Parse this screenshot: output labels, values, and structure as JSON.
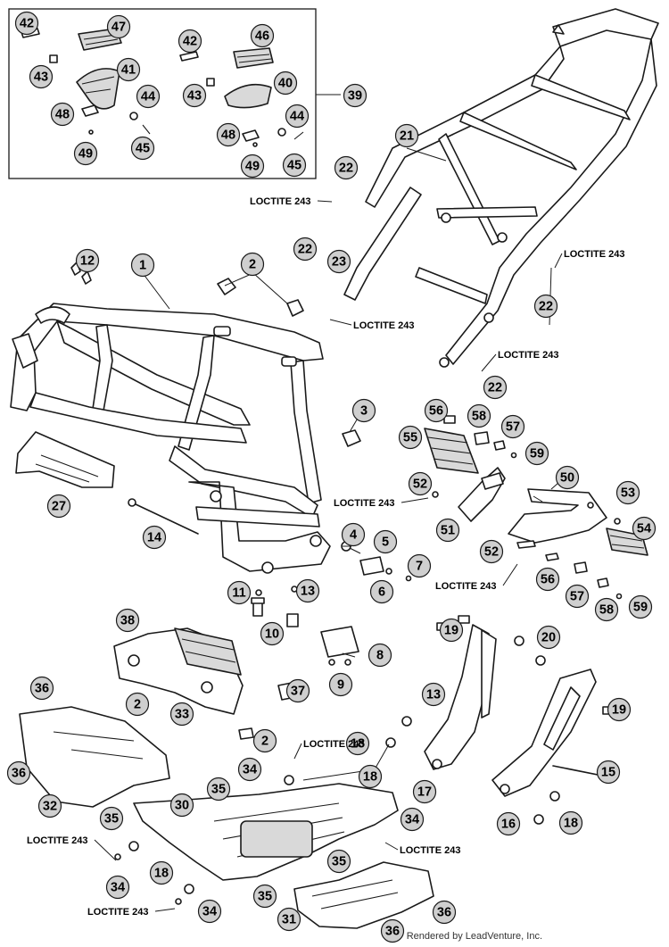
{
  "callouts": [
    "1",
    "2",
    "3",
    "4",
    "5",
    "6",
    "7",
    "8",
    "9",
    "10",
    "11",
    "12",
    "13",
    "14",
    "15",
    "16",
    "17",
    "18",
    "19",
    "20",
    "21",
    "22",
    "23",
    "27",
    "30",
    "31",
    "32",
    "33",
    "34",
    "35",
    "36",
    "37",
    "38",
    "39",
    "40",
    "41",
    "42",
    "43",
    "44",
    "45",
    "46",
    "47",
    "48",
    "49",
    "50",
    "51",
    "52",
    "53",
    "54",
    "55",
    "56",
    "57",
    "58",
    "59"
  ],
  "note_label": "LOCTITE 243",
  "footer": "Rendered by LeadVenture, Inc.",
  "colors": {
    "bubble_fill": "#cfcfcf",
    "line": "#1a1a1a"
  }
}
